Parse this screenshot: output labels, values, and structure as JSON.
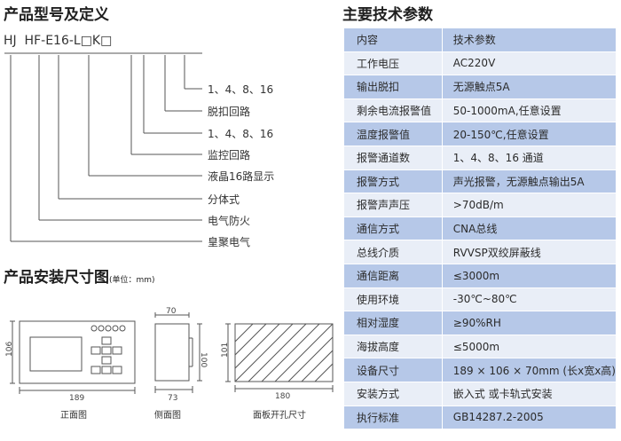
{
  "model_section": {
    "title": "产品型号及定义",
    "code": "HJ  HF-E16-L□K□",
    "legend": [
      "1、4、8、16",
      "脱扣回路",
      "1、4、8、16",
      "监控回路",
      "液晶16路显示",
      "分体式",
      "电气防火",
      "皇聚电气"
    ]
  },
  "install_section": {
    "title": "产品安装尺寸图",
    "unit_note": "(单位：mm)",
    "front": {
      "caption": "正面图",
      "width": "189",
      "height": "106"
    },
    "side": {
      "caption": "侧面图",
      "top": "70",
      "bottom": "73",
      "height": "100"
    },
    "panel": {
      "caption": "面板开孔尺寸",
      "width": "180",
      "height": "101"
    }
  },
  "spec_section": {
    "title": "主要技术参数",
    "rows": [
      [
        "内容",
        "技术参数"
      ],
      [
        "工作电压",
        "AC220V"
      ],
      [
        "输出脱扣",
        "无源触点5A"
      ],
      [
        "剩余电流报警值",
        "50-1000mA,任意设置"
      ],
      [
        "温度报警值",
        "20-150℃,任意设置"
      ],
      [
        "报警通道数",
        "1、4、8、16 通道"
      ],
      [
        "报警方式",
        "声光报警，无源触点输出5A"
      ],
      [
        "报警声声压",
        ">70dB/m"
      ],
      [
        "通信方式",
        "CNA总线"
      ],
      [
        "总线介质",
        "RVVSP双绞屏蔽线"
      ],
      [
        "通信距离",
        "≤3000m"
      ],
      [
        "使用环境",
        "-30℃~80℃"
      ],
      [
        "相对湿度",
        "≥90%RH"
      ],
      [
        "海拔高度",
        "≤5000m"
      ],
      [
        "设备尺寸",
        "189 × 106 × 70mm (长x宽x高)"
      ],
      [
        "安装方式",
        "嵌入式 或卡轨式安装"
      ],
      [
        "执行标准",
        "GB14287.2-2005"
      ]
    ]
  }
}
